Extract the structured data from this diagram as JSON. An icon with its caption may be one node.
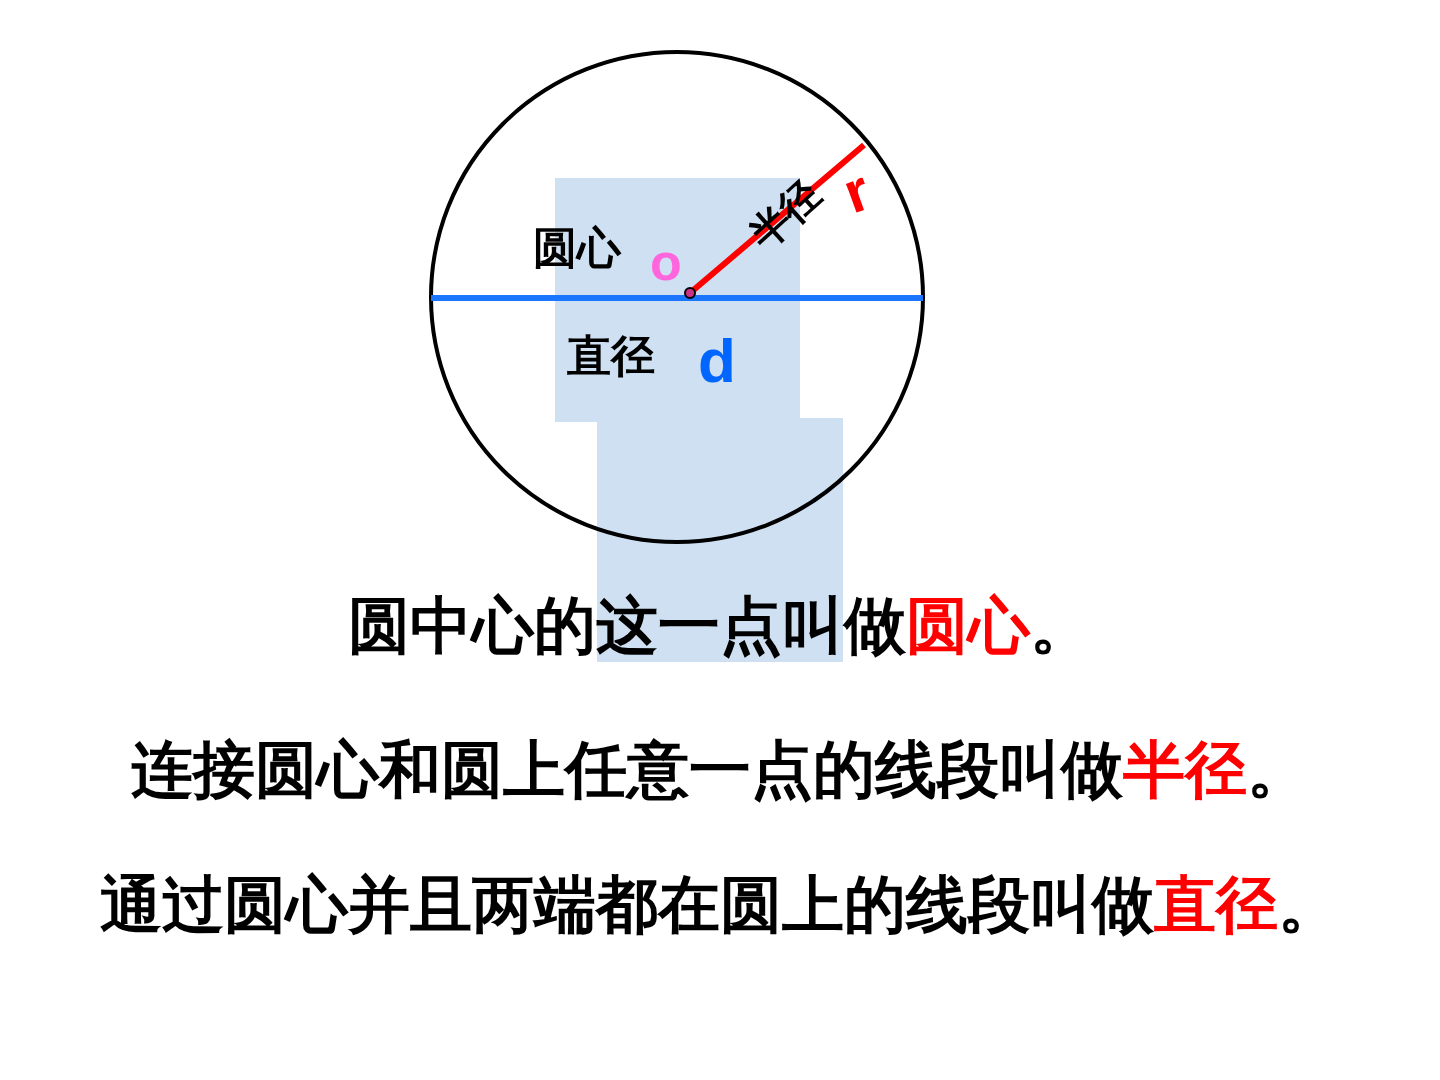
{
  "diagram": {
    "labels": [
      "圆心",
      "o",
      "半径",
      "r",
      "直径",
      "d",
      "圆中心的这一点叫做圆心。",
      "连接圆心和圆上任意一点的线段叫做半径。",
      "通过圆心并且两端都在圆上的线段叫做直径。"
    ]
  }
}
